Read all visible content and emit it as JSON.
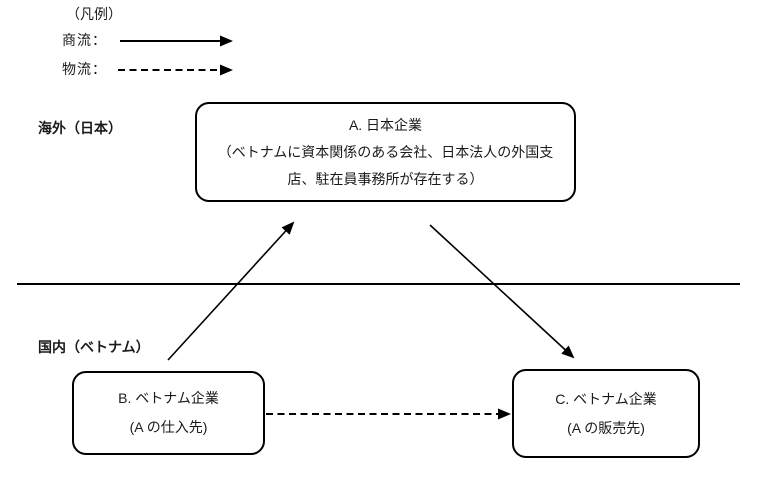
{
  "page": {
    "background": "#ffffff",
    "ink": "#000000"
  },
  "legend": {
    "title": "（凡例）",
    "items": [
      {
        "label": "商流：",
        "line_style": "solid"
      },
      {
        "label": "物流：",
        "line_style": "dashed"
      }
    ]
  },
  "regions": {
    "overseas_label": "海外（日本）",
    "domestic_label": "国内（ベトナム）"
  },
  "boxes": {
    "a": {
      "title": "A. 日本企業",
      "subtitle_line1": "（ベトナムに資本関係のある会社、日本法人の外国支",
      "subtitle_line2": "店、駐在員事務所が存在する）"
    },
    "b": {
      "title": "B. ベトナム企業",
      "subtitle": "(A の仕入先)"
    },
    "c": {
      "title": "C. ベトナム企業",
      "subtitle": "(A の販売先)"
    }
  },
  "flows": [
    {
      "from": "B",
      "to": "A",
      "type": "商流",
      "line_style": "solid"
    },
    {
      "from": "A",
      "to": "C",
      "type": "商流",
      "line_style": "solid"
    },
    {
      "from": "B",
      "to": "C",
      "type": "物流",
      "line_style": "dashed"
    }
  ]
}
